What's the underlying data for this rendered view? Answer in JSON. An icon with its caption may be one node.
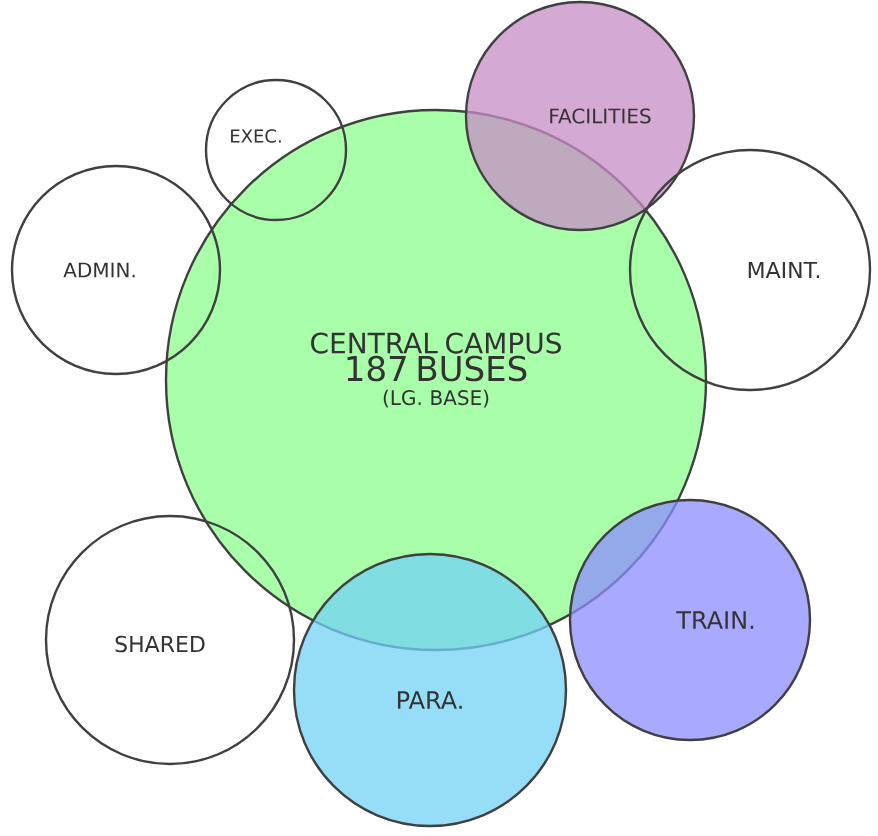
{
  "diagram": {
    "nodes": [
      {
        "text": [
          "CENTRAL CAMPUS",
          "187 BUSES",
          "(LG. BASE)"
        ]
      },
      {
        "text": [
          "EXEC."
        ]
      },
      {
        "text": [
          "FACILITIES"
        ]
      },
      {
        "text": [
          "ADMIN."
        ]
      },
      {
        "text": [
          "MAINT."
        ]
      },
      {
        "text": [
          "SHARED"
        ]
      },
      {
        "text": [
          "TRAIN."
        ]
      },
      {
        "text": [
          "PARA."
        ]
      }
    ]
  }
}
